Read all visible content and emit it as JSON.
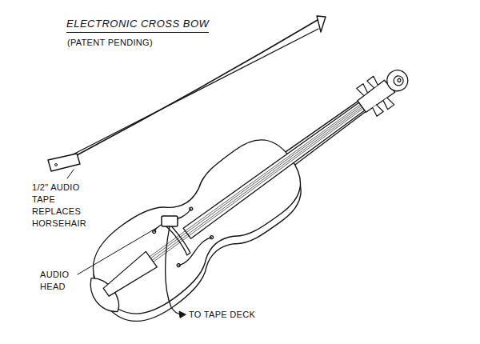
{
  "diagram": {
    "title": "ELECTRONIC CROSS BOW",
    "labels": [
      "(PATENT PENDING)",
      "1/2\" AUDIO TAPE REPLACES HORSEHAIR",
      "AUDIO HEAD",
      "TO TAPE DECK"
    ]
  }
}
